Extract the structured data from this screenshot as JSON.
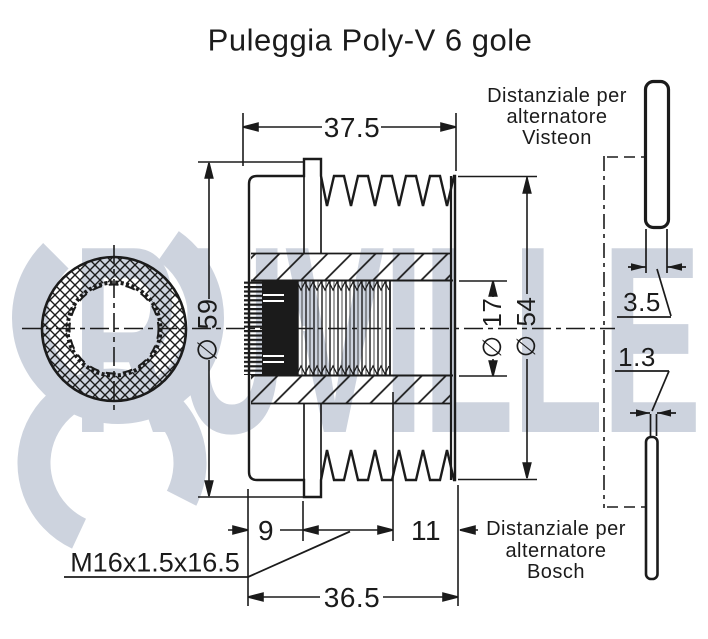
{
  "title": "Puleggia Poly-V 6 gole",
  "watermark": {
    "text": "RUVILLE",
    "color": "#cdd3de"
  },
  "dimensions": {
    "groove_band_top_width": "37.5",
    "flange_diameter": "∅ 59",
    "bore_diameter": "∅ 17",
    "pulley_diameter": "∅ 54",
    "hub_length": "9",
    "groove_band_length": "11",
    "overall_length": "36.5",
    "thread_spec": "M16x1.5x16.5",
    "visteon_spacer_thickness": "3.5",
    "bosch_spacer_thickness": "1.3"
  },
  "notes": {
    "visteon": [
      "Distanziale per",
      "alternatore",
      "Visteon"
    ],
    "bosch": [
      "Distanziale per",
      "alternatore",
      "Bosch"
    ]
  },
  "colors": {
    "line": "#1b1b1b",
    "background": "#ffffff",
    "watermark": "#cdd3de"
  }
}
